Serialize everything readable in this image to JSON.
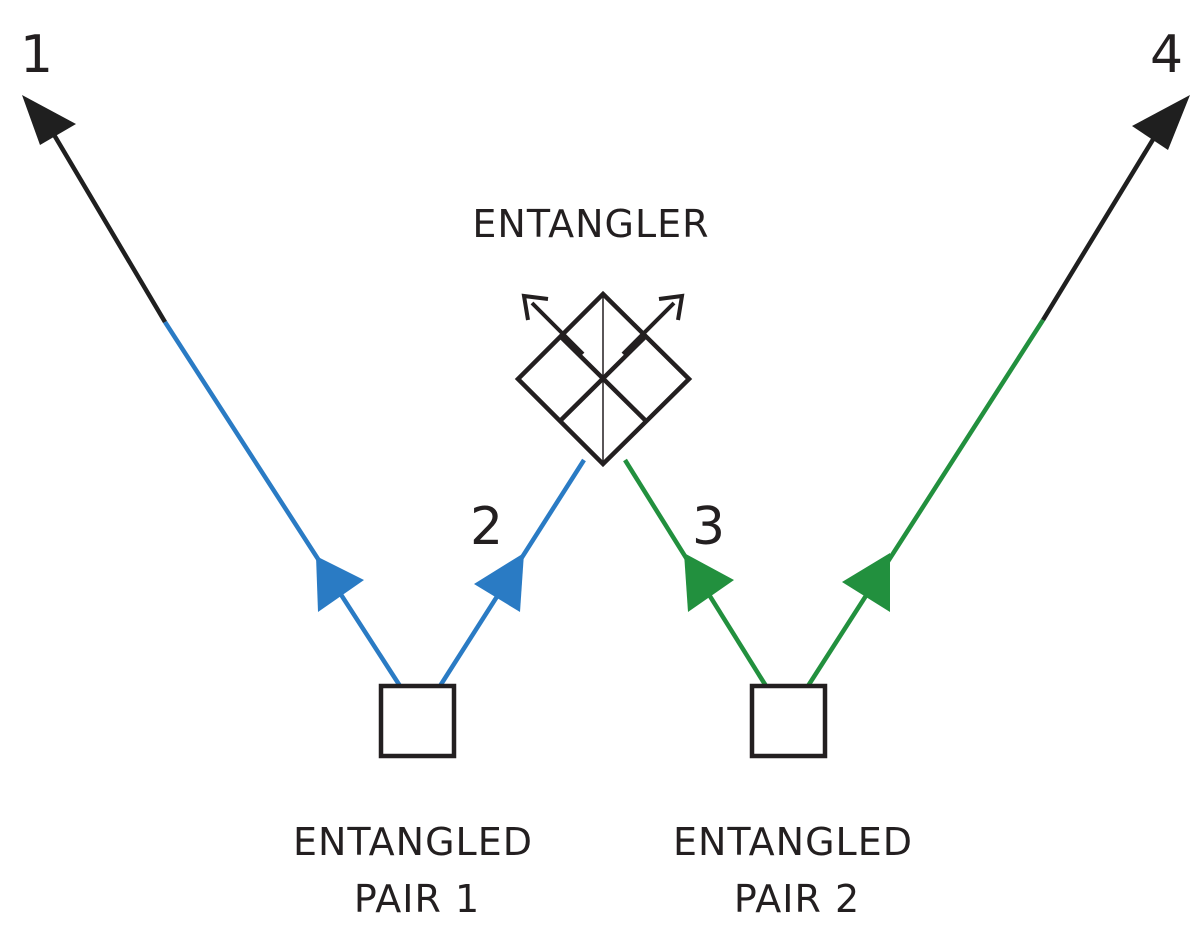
{
  "labels": {
    "photon_1": "1",
    "photon_2": "2",
    "photon_3": "3",
    "photon_4": "4",
    "entangler": "ENTANGLER",
    "pair1_line1": "ENTANGLED",
    "pair1_line2": "PAIR 1",
    "pair2_line1": "ENTANGLED",
    "pair2_line2": "PAIR 2"
  },
  "colors": {
    "pair1": "#2a7bc4",
    "pair2": "#22903e",
    "outgoing": "#1f1f1f",
    "ink": "#231f20"
  }
}
